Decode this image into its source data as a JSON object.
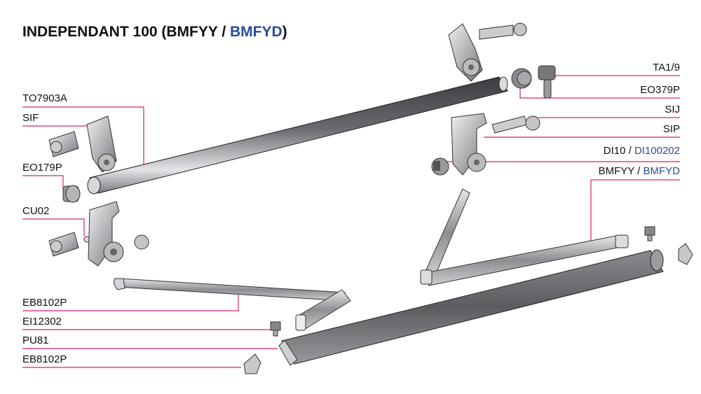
{
  "title": {
    "main": "INDEPENDANT 100 (BMFYY / ",
    "alt": "BMFYD",
    "close": ")"
  },
  "labels_left": {
    "to7903a": "TO7903A",
    "sif": "SIF",
    "eo179p": "EO179P",
    "cu02": "CU02",
    "eb8102p_1": "EB8102P",
    "ei12302": "EI12302",
    "pu81": "PU81",
    "eb8102p_2": "EB8102P"
  },
  "labels_right": {
    "ta19": "TA1/9",
    "eo379p": "EO379P",
    "sij": "SIJ",
    "sip": "SIP",
    "di10_main": "DI10 / ",
    "di10_alt": "DI100202",
    "bmfyy_main": "BMFYY / ",
    "bmfyy_alt": "BMFYD"
  },
  "colors": {
    "leader": "#d9206f",
    "alt_text": "#2b4c9a",
    "tube": "#5a5a5e",
    "metal": "#b8b8bc"
  }
}
